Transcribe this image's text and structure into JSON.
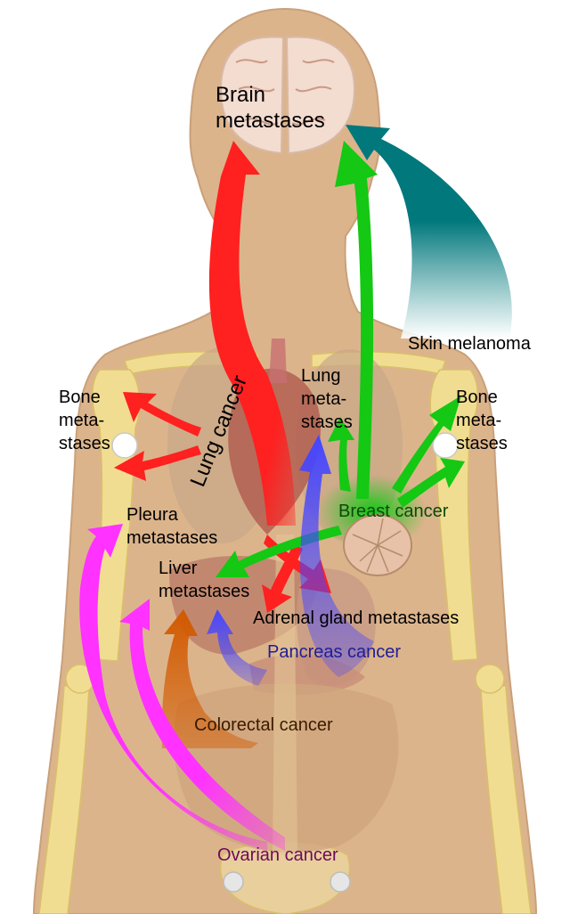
{
  "labels": {
    "brain": [
      "Brain",
      "metastases"
    ],
    "skin_melanoma": "Skin melanoma",
    "bone_left": [
      "Bone",
      "meta-",
      "stases"
    ],
    "bone_right": [
      "Bone",
      "meta-",
      "stases"
    ],
    "lung_meta": [
      "Lung",
      "meta-",
      "stases"
    ],
    "lung_cancer": "Lung cancer",
    "breast_cancer": "Breast cancer",
    "pleura": [
      "Pleura",
      "metastases"
    ],
    "liver": [
      "Liver",
      "metastases"
    ],
    "adrenal": "Adrenal gland metastases",
    "pancreas": "Pancreas cancer",
    "colorectal": "Colorectal cancer",
    "ovarian": "Ovarian cancer"
  },
  "colors": {
    "skin": "#dcb48c",
    "skin_edge": "#c9a07a",
    "bone": "#f1dd92",
    "lung_cancer_arrow": "#ff2020",
    "breast_cancer_arrow": "#14c814",
    "skin_melanoma_arrow": "#00787c",
    "pancreas_arrow": "#4646ff",
    "colorectal_arrow": "#d25a00",
    "ovarian_arrow": "#ff32ff",
    "pancreas_text": "#1e1e96",
    "breast_text": "#0a4a0a",
    "colorectal_text": "#3a1a00",
    "ovarian_text": "#6e0a5a"
  }
}
